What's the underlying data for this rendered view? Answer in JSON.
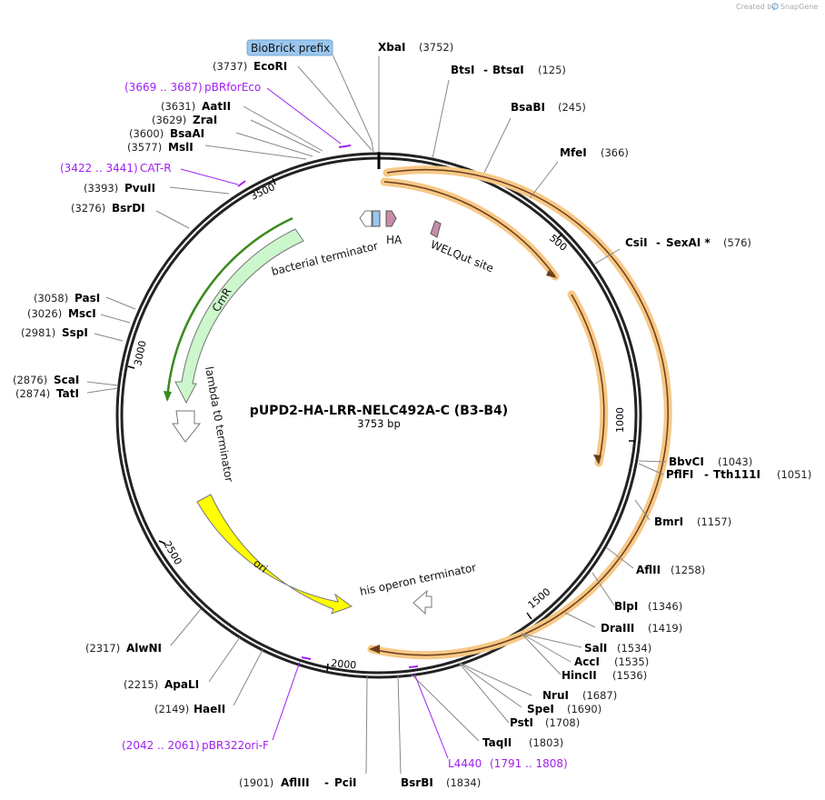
{
  "credit": {
    "prefix": "Created by",
    "brand": "SnapGene"
  },
  "plasmid": {
    "name": "pUPD2-HA-LRR-NELC492A-C (B3-B4)",
    "size_label": "3753 bp"
  },
  "ring_ticks": [
    "500",
    "1000",
    "1500",
    "2000",
    "2500",
    "3000",
    "3500"
  ],
  "highlight_label": "BioBrick prefix",
  "sites": [
    {
      "id": "xbai",
      "name": "XbaI",
      "num": "(3752)"
    },
    {
      "id": "btsi",
      "name": "BtsI",
      "name2": "BtsαI",
      "num": "(125)"
    },
    {
      "id": "bsabi",
      "name": "BsaBI",
      "num": "(245)"
    },
    {
      "id": "mfei",
      "name": "MfeI",
      "num": "(366)"
    },
    {
      "id": "csii",
      "name": "CsiI",
      "name2": "SexAI *",
      "num": "(576)"
    },
    {
      "id": "bbvci",
      "name": "BbvCI",
      "num": "(1043)"
    },
    {
      "id": "pflfi",
      "name": "PflFI",
      "name2": "Tth111I",
      "num": "(1051)"
    },
    {
      "id": "bmri",
      "name": "BmrI",
      "num": "(1157)"
    },
    {
      "id": "aflii",
      "name": "AflII",
      "num": "(1258)"
    },
    {
      "id": "blpi",
      "name": "BlpI",
      "num": "(1346)"
    },
    {
      "id": "draiii",
      "name": "DraIII",
      "num": "(1419)"
    },
    {
      "id": "sali",
      "name": "SalI",
      "num": "(1534)"
    },
    {
      "id": "acci",
      "name": "AccI",
      "num": "(1535)"
    },
    {
      "id": "hincii",
      "name": "HincII",
      "num": "(1536)"
    },
    {
      "id": "frui",
      "name": "NruI",
      "num": "(1687)"
    },
    {
      "id": "spei",
      "name": "SpeI",
      "num": "(1690)"
    },
    {
      "id": "psti",
      "name": "PstI",
      "num": "(1708)"
    },
    {
      "id": "taqii",
      "name": "TaqII",
      "num": "(1803)"
    },
    {
      "id": "bsrbi",
      "name": "BsrBI",
      "num": "(1834)"
    },
    {
      "id": "afliii",
      "name": "AflIII",
      "name2": "PciI",
      "num": "(1901)"
    },
    {
      "id": "haeii",
      "name": "HaeII",
      "num": "(2149)"
    },
    {
      "id": "apali",
      "name": "ApaLI",
      "num": "(2215)"
    },
    {
      "id": "alwni",
      "name": "AlwNI",
      "num": "(2317)"
    },
    {
      "id": "tati",
      "name": "TatI",
      "num": "(2874)"
    },
    {
      "id": "scai",
      "name": "ScaI",
      "num": "(2876)"
    },
    {
      "id": "sspi",
      "name": "SspI",
      "num": "(2981)"
    },
    {
      "id": "msci",
      "name": "MscI",
      "num": "(3026)"
    },
    {
      "id": "pasi",
      "name": "PasI",
      "num": "(3058)"
    },
    {
      "id": "bsrdi",
      "name": "BsrDI",
      "num": "(3276)"
    },
    {
      "id": "pvuii",
      "name": "PvuII",
      "num": "(3393)"
    },
    {
      "id": "msli",
      "name": "MslI",
      "num": "(3577)"
    },
    {
      "id": "bsaai",
      "name": "BsaAI",
      "num": "(3600)"
    },
    {
      "id": "zrai",
      "name": "ZraI",
      "num": "(3629)"
    },
    {
      "id": "aatii",
      "name": "AatII",
      "num": "(3631)"
    },
    {
      "id": "ecori",
      "name": "EcoRI",
      "num": "(3737)"
    }
  ],
  "primers": [
    {
      "id": "pbrforeco",
      "name": "pBRforEco",
      "range": "(3669 .. 3687)"
    },
    {
      "id": "catr",
      "name": "CAT-R",
      "range": "(3422 .. 3441)"
    },
    {
      "id": "l4440",
      "name": "L4440",
      "range": "(1791 .. 1808)"
    },
    {
      "id": "pbr322",
      "name": "pBR322ori-F",
      "range": "(2042 .. 2061)"
    }
  ],
  "features": {
    "bacterial_terminator": "bacterial terminator",
    "ha": "HA",
    "welqut": "WELQut site",
    "cmr": "CmR",
    "lambda": "lambda t0 terminator",
    "ori": "ori",
    "his": "his operon terminator"
  },
  "colors": {
    "primer": "#a020f0",
    "cmr_fill": "#ccf7cc",
    "ori_fill": "#ffff00",
    "orf_glow": "#f7c887",
    "ha_fill": "#c98ca8",
    "biobrick_fill": "#99c7f0",
    "green_arrow": "#3a8a1e",
    "brown_arrow": "#6b3e1a"
  }
}
